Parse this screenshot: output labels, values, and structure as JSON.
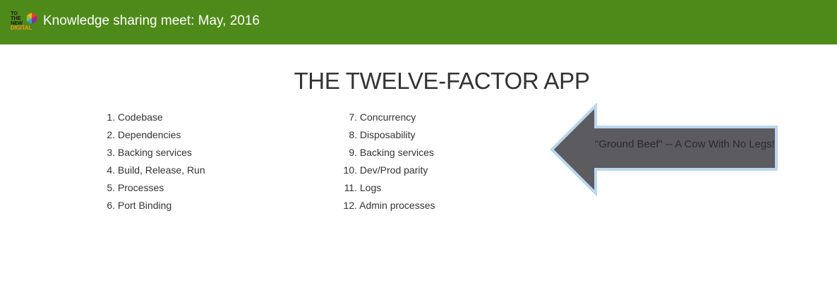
{
  "header": {
    "logo_lines": [
      "TO",
      "THE",
      "NEW",
      "DIGITAL"
    ],
    "title": "Knowledge sharing meet: May, 2016",
    "bar_color": "#4e8a1a"
  },
  "slide": {
    "title": "THE TWELVE-FACTOR APP",
    "column1": [
      {
        "num": "1.",
        "label": "Codebase"
      },
      {
        "num": "2.",
        "label": "Dependencies"
      },
      {
        "num": "3.",
        "label": "Backing services"
      },
      {
        "num": "4.",
        "label": "Build, Release, Run"
      },
      {
        "num": "5.",
        "label": "Processes"
      },
      {
        "num": "6.",
        "label": "Port Binding"
      }
    ],
    "column2": [
      {
        "num": "7.",
        "label": "Concurrency"
      },
      {
        "num": "8.",
        "label": "Disposability"
      },
      {
        "num": "9.",
        "label": "Backing services"
      },
      {
        "num": "10.",
        "label": "Dev/Prod parity"
      },
      {
        "num": "11.",
        "label": "Logs"
      },
      {
        "num": "12.",
        "label": "Admin processes"
      }
    ]
  },
  "callout": {
    "text": "\"Ground Beef\" -- A Cow With No Legs!",
    "fill_color": "#5c5b60",
    "border_color": "#b9d7ee"
  }
}
